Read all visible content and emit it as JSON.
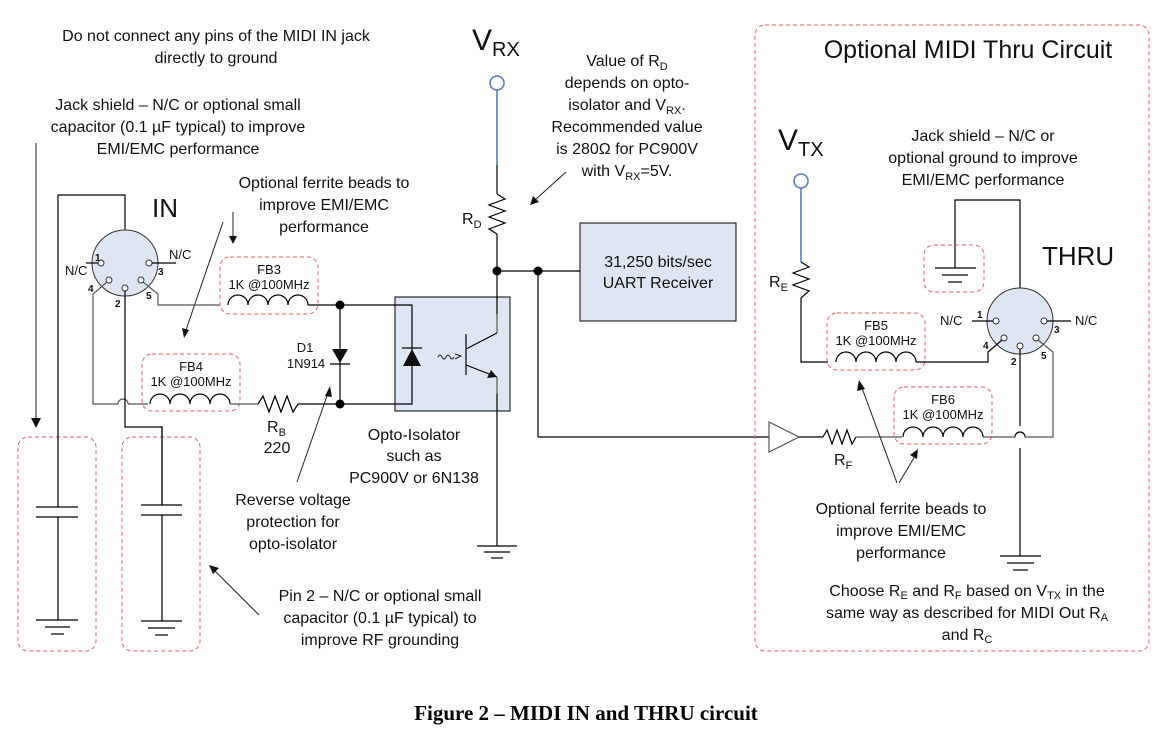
{
  "figure": {
    "caption": "Figure 2 – MIDI IN and THRU circuit"
  },
  "notes": {
    "no_ground": [
      "Do not connect any pins of the MIDI IN jack",
      "directly to ground"
    ],
    "jack_shield_in": [
      "Jack shield – N/C or optional small",
      "capacitor (0.1 µF typical) to improve",
      "EMI/EMC performance"
    ],
    "ferrite_in": [
      "Optional ferrite beads to",
      "improve EMI/EMC",
      "performance"
    ],
    "rd_value": [
      "Value of R",
      "depends on opto-",
      "isolator and V",
      "Recommended value",
      "is 280Ω for PC900V",
      "with V",
      "=5V."
    ],
    "rd_value_subs": {
      "d": "D",
      "rx": "RX",
      "rx_suffix": ".",
      "eq": "=5V."
    },
    "reverse_voltage": [
      "Reverse voltage",
      "protection for",
      "opto-isolator"
    ],
    "pin2": [
      "Pin 2 – N/C or optional small",
      "capacitor (0.1 µF typical) to",
      "improve RF grounding"
    ],
    "jack_shield_thru": [
      "Jack shield – N/C or",
      "optional ground to improve",
      "EMI/EMC performance"
    ],
    "ferrite_thru": [
      "Optional ferrite beads to",
      "improve EMI/EMC",
      "performance"
    ],
    "choose": {
      "line1_a": "Choose R",
      "line1_sub1": "E",
      "line1_b": " and R",
      "line1_sub2": "F",
      "line1_c": " based on V",
      "line1_sub3": "TX",
      "line1_d": " in the",
      "line2_a": "same way as described for MIDI Out R",
      "line2_sub": "A",
      "line3_a": "and R",
      "line3_sub": "C"
    }
  },
  "thru_section": {
    "title": "Optional MIDI Thru Circuit"
  },
  "labels": {
    "vrx": {
      "main": "V",
      "sub": "RX"
    },
    "vtx": {
      "main": "V",
      "sub": "TX"
    },
    "in_jack": "IN",
    "thru_jack": "THRU",
    "nc": "N/C",
    "pins": [
      "1",
      "2",
      "3",
      "4",
      "5"
    ],
    "rd": {
      "main": "R",
      "sub": "D"
    },
    "re": {
      "main": "R",
      "sub": "E"
    },
    "rf": {
      "main": "R",
      "sub": "F"
    },
    "rb": {
      "main": "R",
      "sub": "B",
      "value": "220"
    },
    "d1": {
      "name": "D1",
      "part": "1N914"
    },
    "uart": [
      "31,250 bits/sec",
      "UART Receiver"
    ],
    "opto": [
      "Opto-Isolator",
      "such as",
      "PC900V or 6N138"
    ]
  },
  "ferrite_beads": [
    {
      "name": "FB3",
      "value": "1K @100MHz"
    },
    {
      "name": "FB4",
      "value": "1K @100MHz"
    },
    {
      "name": "FB5",
      "value": "1K @100MHz"
    },
    {
      "name": "FB6",
      "value": "1K @100MHz"
    }
  ]
}
